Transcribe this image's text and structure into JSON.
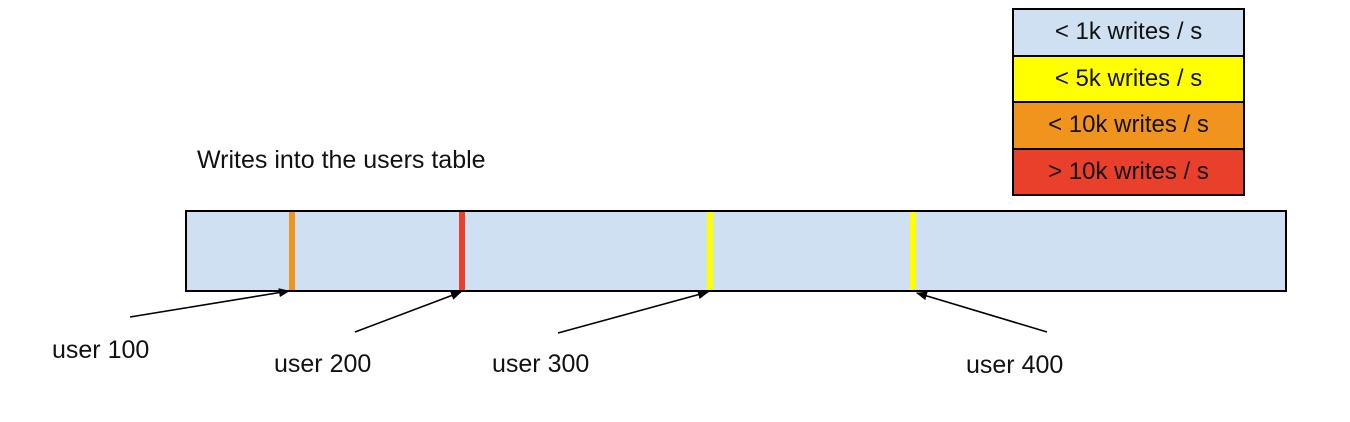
{
  "title": "Writes into the users table",
  "legend": {
    "items": [
      {
        "label": "< 1k writes / s",
        "color": "#cfe0f2"
      },
      {
        "label": "< 5k writes / s",
        "color": "#ffff00"
      },
      {
        "label": "< 10k writes / s",
        "color": "#f0941e"
      },
      {
        "label": "> 10k writes / s",
        "color": "#e8402a"
      }
    ]
  },
  "bar": {
    "fill": "#cfe0f2",
    "border_color": "#000000",
    "markers": [
      {
        "label": "user 100",
        "stripe_color": "#f0941e",
        "x_frac": 0.096,
        "write_rate": "< 10k writes / s"
      },
      {
        "label": "user 200",
        "stripe_color": "#e8402a",
        "x_frac": 0.25,
        "write_rate": "> 10k writes / s"
      },
      {
        "label": "user 300",
        "stripe_color": "#ffff00",
        "x_frac": 0.476,
        "write_rate": "< 5k writes / s"
      },
      {
        "label": "user 400",
        "stripe_color": "#ffff00",
        "x_frac": 0.661,
        "write_rate": "< 5k writes / s"
      }
    ]
  }
}
